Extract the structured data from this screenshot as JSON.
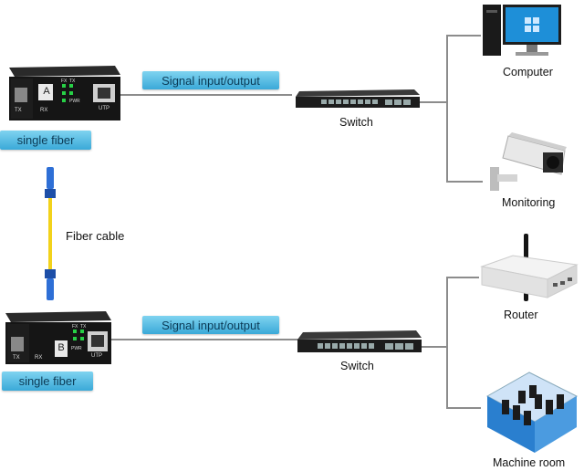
{
  "converters": [
    {
      "letter": "A",
      "badge": "single fiber",
      "port_tx": "TX",
      "port_rx": "RX",
      "port_utp": "UTP",
      "led_fx": "FX",
      "led_tx": "TX",
      "led_pwr": "PWR"
    },
    {
      "letter": "B",
      "badge": "single fiber",
      "port_tx": "TX",
      "port_rx": "RX",
      "port_utp": "UTP",
      "led_fx": "FX",
      "led_tx": "TX",
      "led_pwr": "PWR"
    }
  ],
  "signal_labels": [
    "Signal input/output",
    "Signal input/output"
  ],
  "switch_labels": [
    "Switch",
    "Switch"
  ],
  "fiber_label": "Fiber cable",
  "devices": [
    "Computer",
    "Monitoring",
    "Router",
    "Machine room"
  ],
  "colors": {
    "badge": "#3aa9d8",
    "fiber_yellow": "#f2d21b",
    "connector_blue": "#2e6fd6",
    "line": "#8c8c8c"
  }
}
